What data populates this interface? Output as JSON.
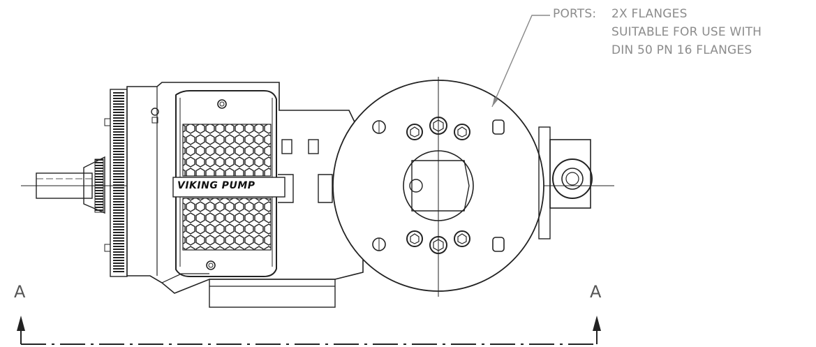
{
  "callout": {
    "label": "PORTS:",
    "line1": "2X FLANGES",
    "line2": "SUITABLE FOR USE WITH",
    "line3": "DIN 50 PN 16 FLANGES"
  },
  "section": {
    "left": "A",
    "right": "A"
  },
  "nameplate": "VIKING PUMP",
  "colors": {
    "line": "#1a1a1a",
    "note": "#8c8c8c"
  }
}
